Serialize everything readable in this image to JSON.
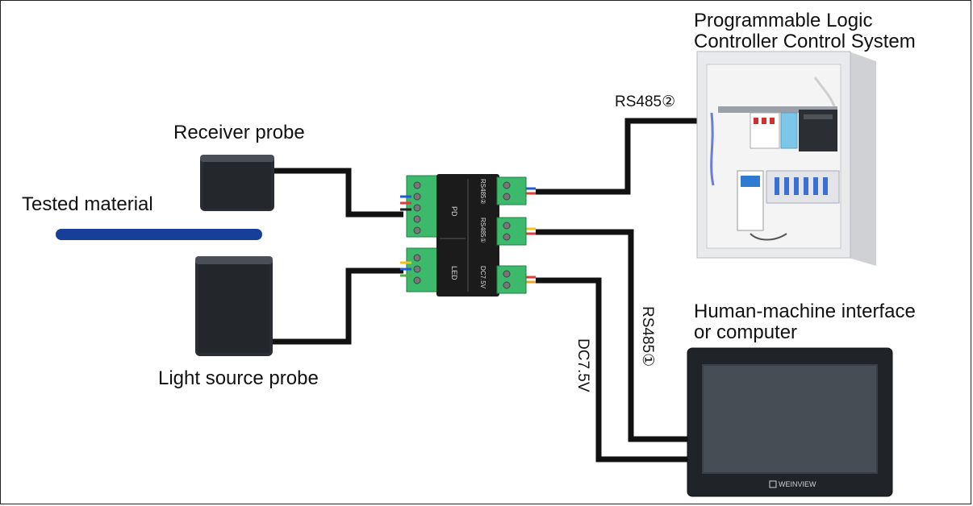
{
  "labels": {
    "plc_line1": "Programmable Logic",
    "plc_line2": "Controller Control System",
    "receiver_probe": "Receiver probe",
    "tested_material": "Tested material",
    "light_source_probe": "Light source probe",
    "hmi_line1": "Human-machine interface",
    "hmi_line2": "or computer",
    "rs485_2": "RS485②",
    "rs485_1": "RS485①",
    "dc_power": "DC7.5V"
  },
  "module": {
    "pd": "PD",
    "led": "LED",
    "port_rs485_2": "RS485②",
    "port_rs485_1": "RS485①",
    "port_dc": "DC7.5V"
  },
  "hmi_brand": "WEINVIEW",
  "colors": {
    "cable": "#111111",
    "material": "#173f9a",
    "terminal": "#3cb96a",
    "module_body": "#1b1b1b",
    "enclosure": "#e9eaec"
  }
}
